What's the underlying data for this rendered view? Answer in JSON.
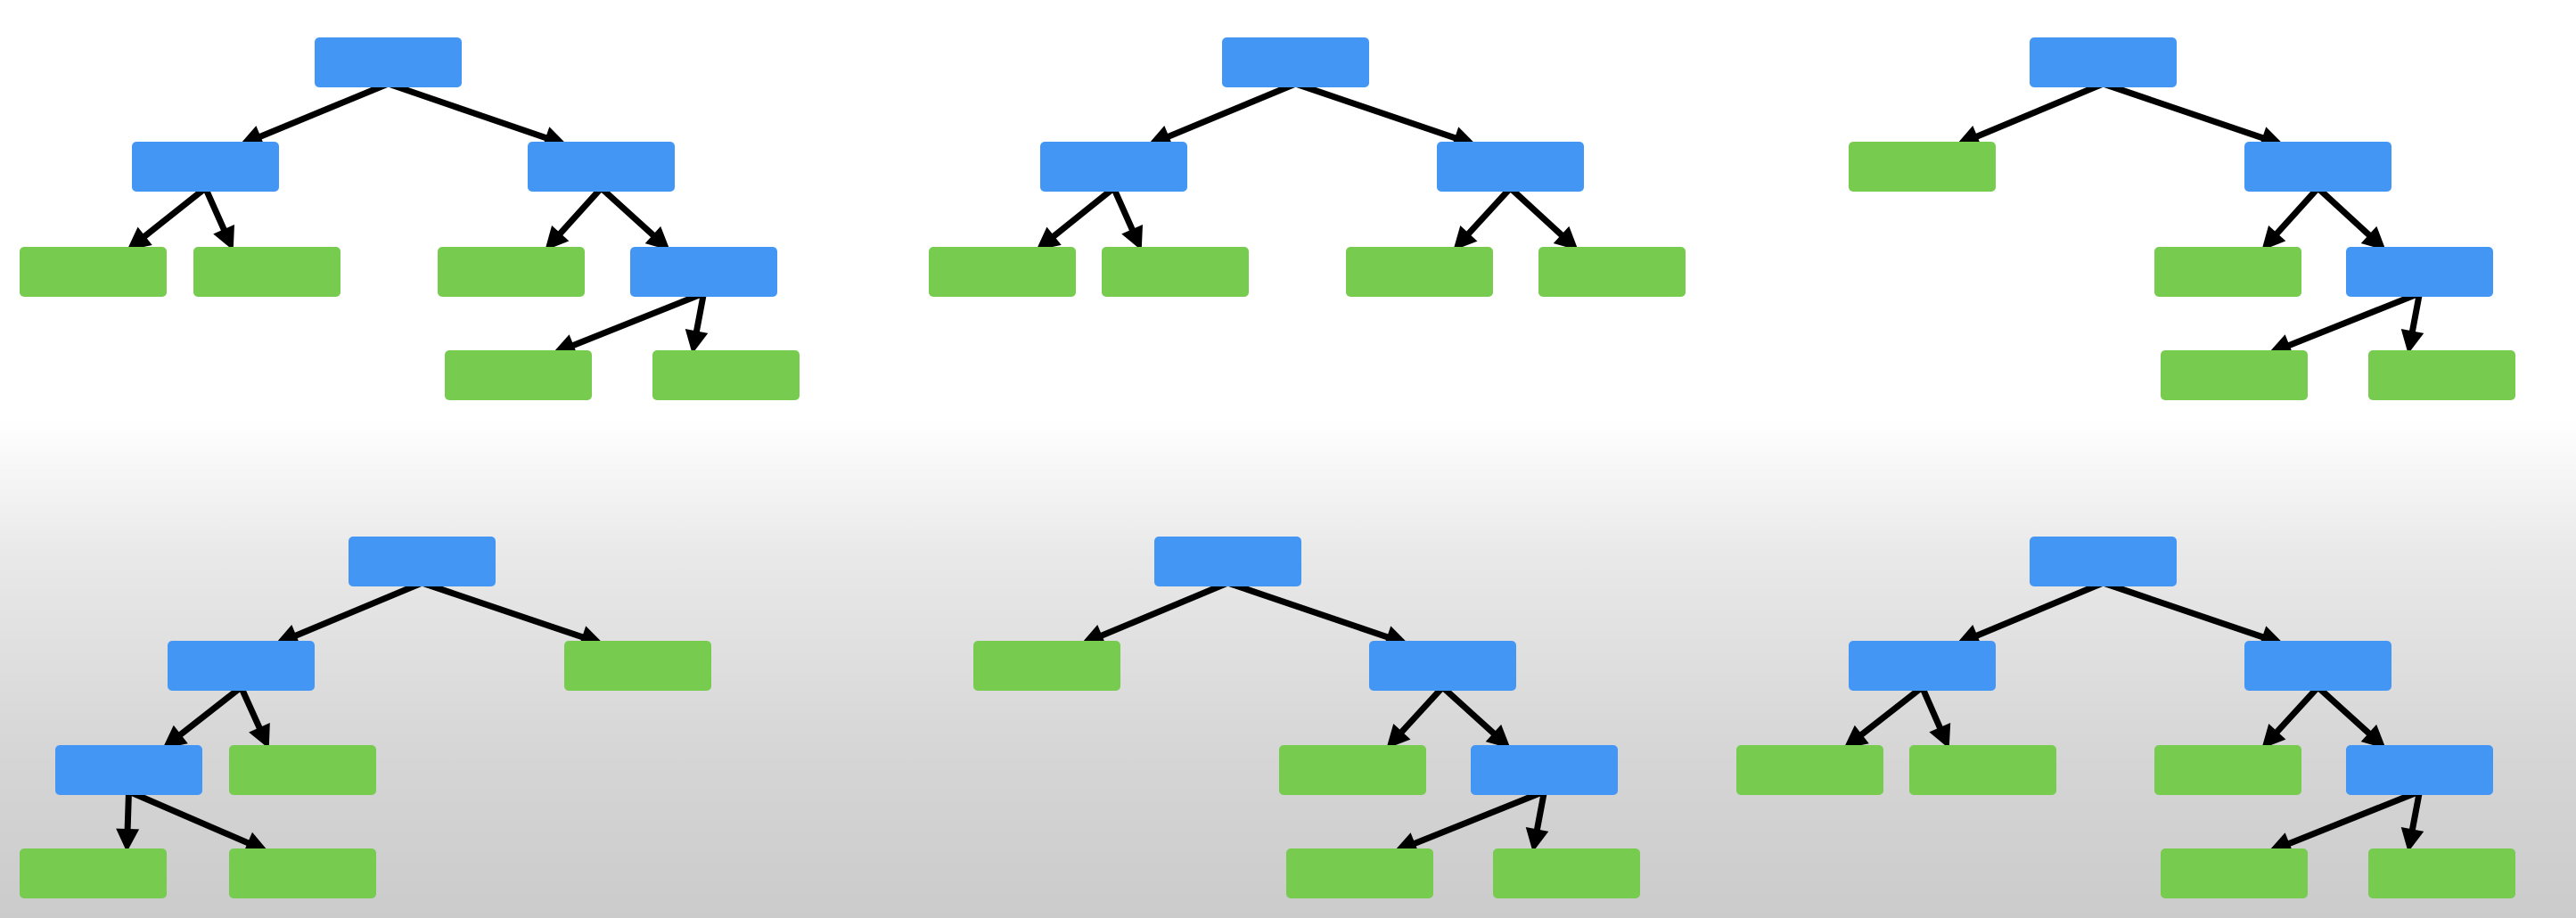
{
  "colors": {
    "decision_node": "#4496f5",
    "leaf_node": "#77cc50",
    "arrow": "#000000"
  },
  "node_types": {
    "decision": "decision-node",
    "leaf": "leaf-node"
  },
  "trees": [
    {
      "nodes": [
        {
          "id": "a",
          "type": "decision"
        },
        {
          "id": "b",
          "type": "decision"
        },
        {
          "id": "c",
          "type": "decision"
        },
        {
          "id": "d",
          "type": "leaf"
        },
        {
          "id": "e",
          "type": "leaf"
        },
        {
          "id": "f",
          "type": "leaf"
        },
        {
          "id": "g",
          "type": "decision"
        },
        {
          "id": "h",
          "type": "leaf"
        },
        {
          "id": "i",
          "type": "leaf"
        }
      ],
      "edges": [
        [
          "a",
          "b"
        ],
        [
          "a",
          "c"
        ],
        [
          "b",
          "d"
        ],
        [
          "b",
          "e"
        ],
        [
          "c",
          "f"
        ],
        [
          "c",
          "g"
        ],
        [
          "g",
          "h"
        ],
        [
          "g",
          "i"
        ]
      ]
    },
    {
      "nodes": [
        {
          "id": "a",
          "type": "decision"
        },
        {
          "id": "b",
          "type": "decision"
        },
        {
          "id": "c",
          "type": "decision"
        },
        {
          "id": "d",
          "type": "leaf"
        },
        {
          "id": "e",
          "type": "leaf"
        },
        {
          "id": "f",
          "type": "leaf"
        },
        {
          "id": "g",
          "type": "leaf"
        }
      ],
      "edges": [
        [
          "a",
          "b"
        ],
        [
          "a",
          "c"
        ],
        [
          "b",
          "d"
        ],
        [
          "b",
          "e"
        ],
        [
          "c",
          "f"
        ],
        [
          "c",
          "g"
        ]
      ]
    },
    {
      "nodes": [
        {
          "id": "a",
          "type": "decision"
        },
        {
          "id": "b",
          "type": "leaf"
        },
        {
          "id": "c",
          "type": "decision"
        },
        {
          "id": "d",
          "type": "leaf"
        },
        {
          "id": "e",
          "type": "decision"
        },
        {
          "id": "f",
          "type": "leaf"
        },
        {
          "id": "g",
          "type": "leaf"
        }
      ],
      "edges": [
        [
          "a",
          "b"
        ],
        [
          "a",
          "c"
        ],
        [
          "c",
          "d"
        ],
        [
          "c",
          "e"
        ],
        [
          "e",
          "f"
        ],
        [
          "e",
          "g"
        ]
      ]
    },
    {
      "nodes": [
        {
          "id": "a",
          "type": "decision"
        },
        {
          "id": "b",
          "type": "decision"
        },
        {
          "id": "c",
          "type": "leaf"
        },
        {
          "id": "d",
          "type": "decision"
        },
        {
          "id": "e",
          "type": "leaf"
        },
        {
          "id": "f",
          "type": "leaf"
        },
        {
          "id": "g",
          "type": "leaf"
        }
      ],
      "edges": [
        [
          "a",
          "b"
        ],
        [
          "a",
          "c"
        ],
        [
          "b",
          "d"
        ],
        [
          "b",
          "e"
        ],
        [
          "d",
          "f"
        ],
        [
          "d",
          "g"
        ]
      ]
    },
    {
      "nodes": [
        {
          "id": "a",
          "type": "decision"
        },
        {
          "id": "b",
          "type": "leaf"
        },
        {
          "id": "c",
          "type": "decision"
        },
        {
          "id": "d",
          "type": "leaf"
        },
        {
          "id": "e",
          "type": "decision"
        },
        {
          "id": "f",
          "type": "leaf"
        },
        {
          "id": "g",
          "type": "leaf"
        }
      ],
      "edges": [
        [
          "a",
          "b"
        ],
        [
          "a",
          "c"
        ],
        [
          "c",
          "d"
        ],
        [
          "c",
          "e"
        ],
        [
          "e",
          "f"
        ],
        [
          "e",
          "g"
        ]
      ]
    },
    {
      "nodes": [
        {
          "id": "a",
          "type": "decision"
        },
        {
          "id": "b",
          "type": "decision"
        },
        {
          "id": "c",
          "type": "decision"
        },
        {
          "id": "d",
          "type": "leaf"
        },
        {
          "id": "e",
          "type": "leaf"
        },
        {
          "id": "f",
          "type": "leaf"
        },
        {
          "id": "g",
          "type": "decision"
        },
        {
          "id": "h",
          "type": "leaf"
        },
        {
          "id": "i",
          "type": "leaf"
        }
      ],
      "edges": [
        [
          "a",
          "b"
        ],
        [
          "a",
          "c"
        ],
        [
          "b",
          "d"
        ],
        [
          "b",
          "e"
        ],
        [
          "c",
          "f"
        ],
        [
          "c",
          "g"
        ],
        [
          "g",
          "h"
        ],
        [
          "g",
          "i"
        ]
      ]
    }
  ]
}
